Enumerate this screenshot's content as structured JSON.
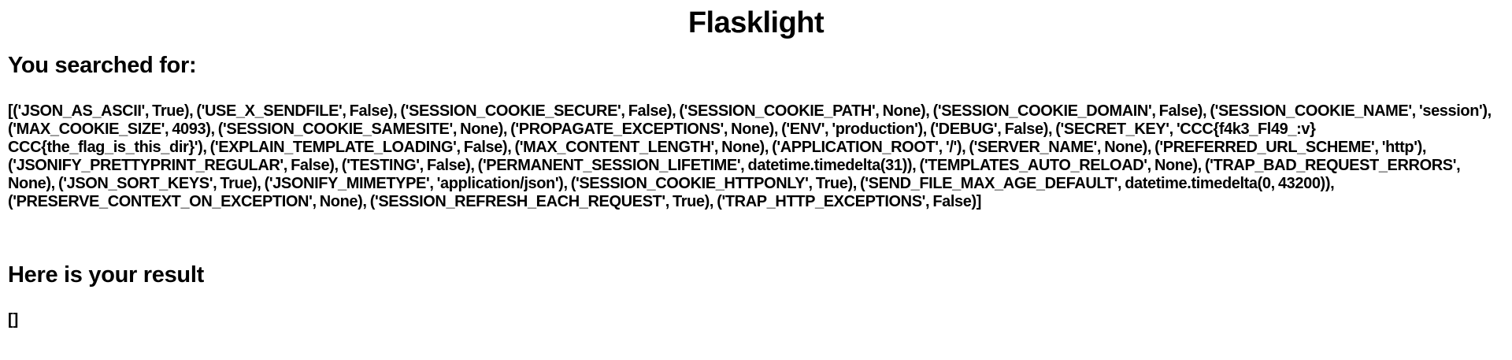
{
  "page": {
    "title": "Flasklight",
    "searched_heading": "You searched for:",
    "search_results": "[('JSON_AS_ASCII', True), ('USE_X_SENDFILE', False), ('SESSION_COOKIE_SECURE', False), ('SESSION_COOKIE_PATH', None), ('SESSION_COOKIE_DOMAIN', False), ('SESSION_COOKIE_NAME', 'session'), ('MAX_COOKIE_SIZE', 4093), ('SESSION_COOKIE_SAMESITE', None), ('PROPAGATE_EXCEPTIONS', None), ('ENV', 'production'), ('DEBUG', False), ('SECRET_KEY', 'CCC{f4k3_Fl49_:v} CCC{the_flag_is_this_dir}'), ('EXPLAIN_TEMPLATE_LOADING', False), ('MAX_CONTENT_LENGTH', None), ('APPLICATION_ROOT', '/'), ('SERVER_NAME', None), ('PREFERRED_URL_SCHEME', 'http'), ('JSONIFY_PRETTYPRINT_REGULAR', False), ('TESTING', False), ('PERMANENT_SESSION_LIFETIME', datetime.timedelta(31)), ('TEMPLATES_AUTO_RELOAD', None), ('TRAP_BAD_REQUEST_ERRORS', None), ('JSON_SORT_KEYS', True), ('JSONIFY_MIMETYPE', 'application/json'), ('SESSION_COOKIE_HTTPONLY', True), ('SEND_FILE_MAX_AGE_DEFAULT', datetime.timedelta(0, 43200)), ('PRESERVE_CONTEXT_ON_EXCEPTION', None), ('SESSION_REFRESH_EACH_REQUEST', True), ('TRAP_HTTP_EXCEPTIONS', False)]",
    "result_heading": "Here is your result",
    "result_value": "[]"
  },
  "colors": {
    "text": "#000000",
    "background": "#ffffff"
  }
}
